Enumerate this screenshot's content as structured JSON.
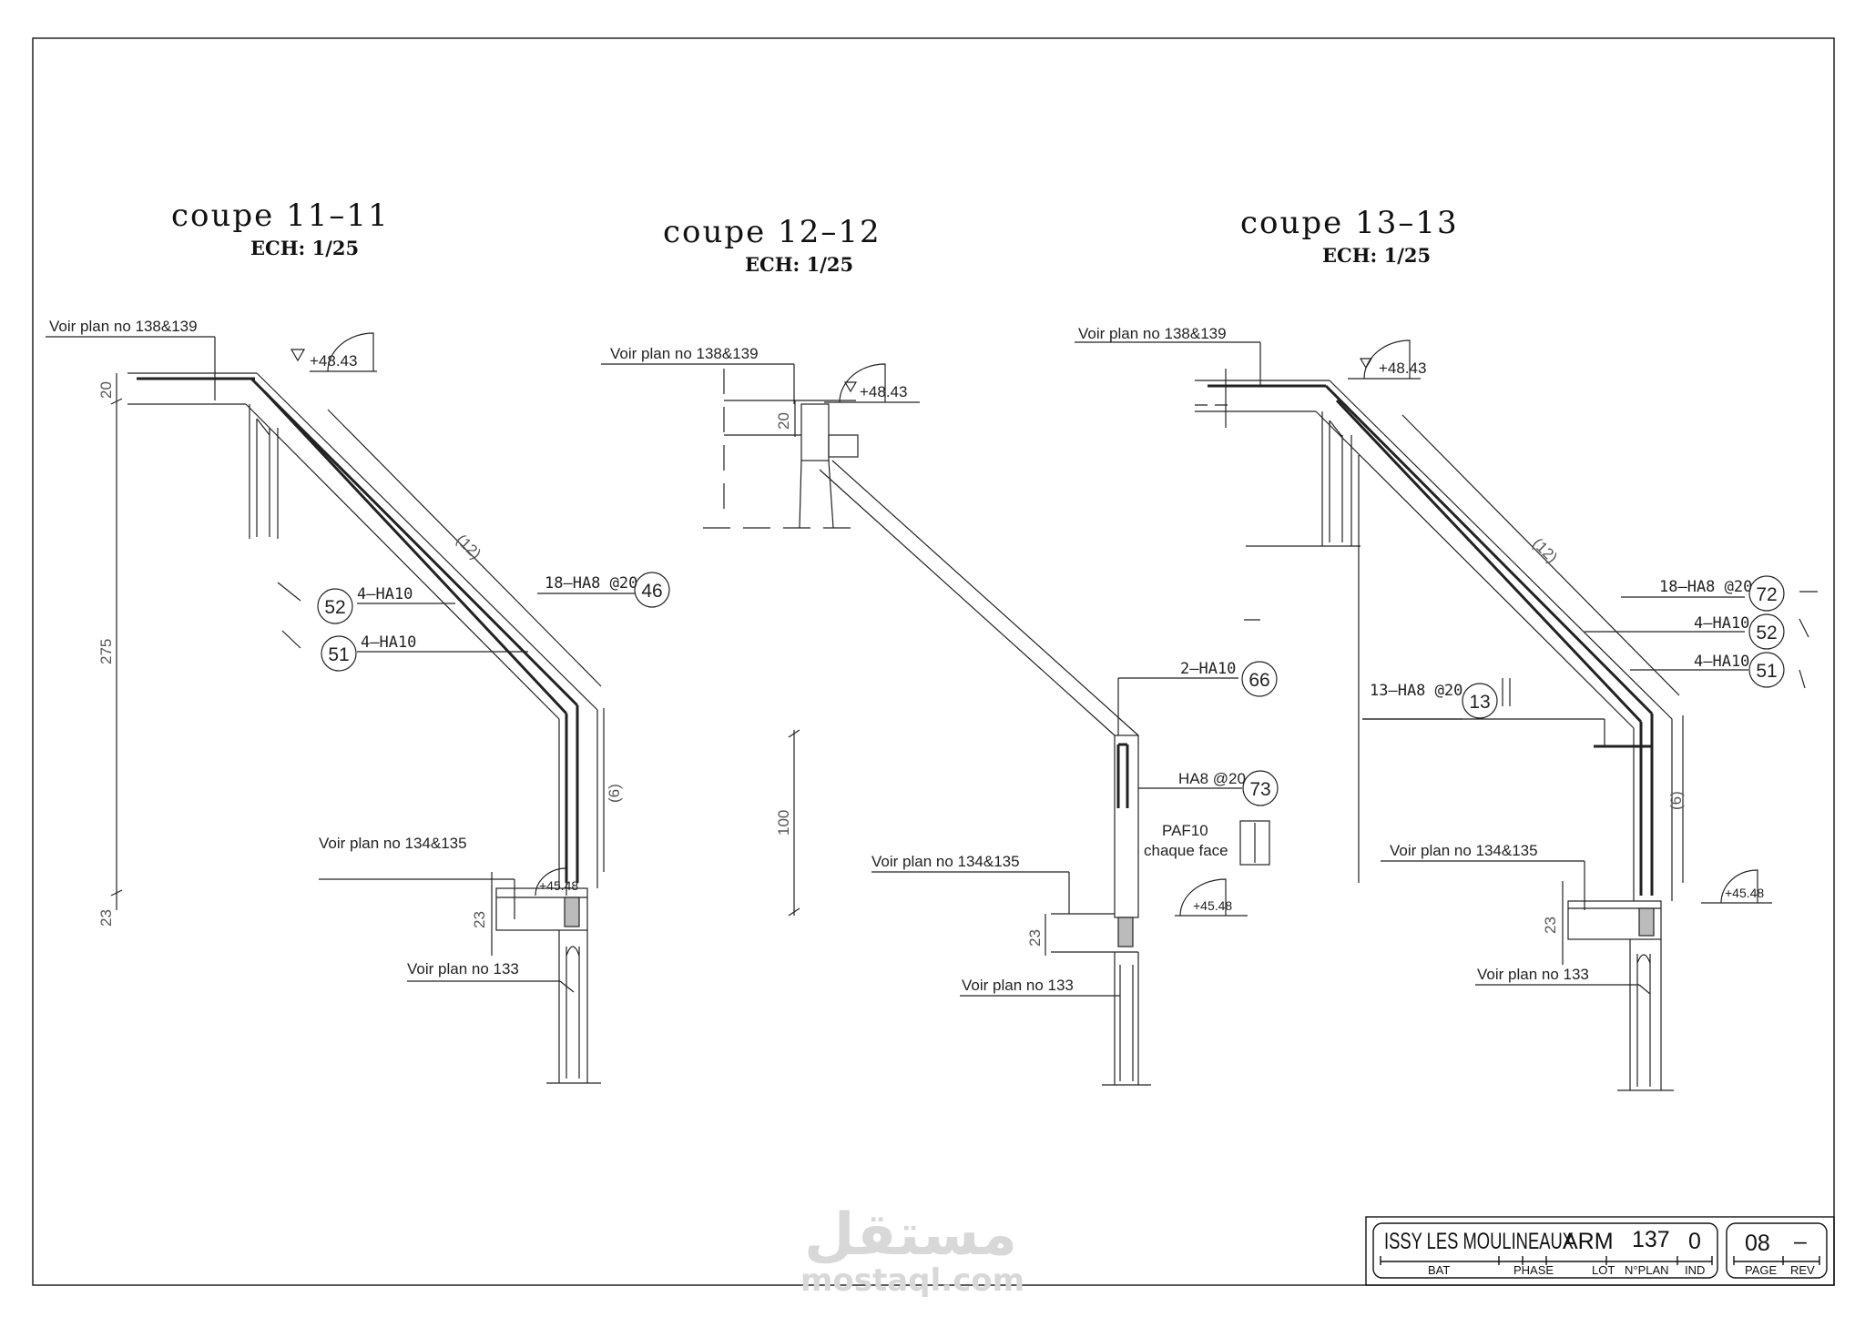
{
  "sections": [
    {
      "title": "coupe 11–11",
      "scale": "ECH: 1/25",
      "ref_top": "Voir plan no 138&139",
      "level_top": "+48.43",
      "ref_mid": "Voir plan no 134&135",
      "level_bottom": "+45.48",
      "ref_bottom": "Voir plan no 133",
      "dims": {
        "top": "20",
        "height": "275",
        "bottom": "23",
        "beam": "23",
        "diag": "(12)",
        "vert": "(6)"
      },
      "rebars": [
        {
          "mark": "46",
          "label": "18–HA8 @20"
        },
        {
          "mark": "52",
          "label": "4–HA10"
        },
        {
          "mark": "51",
          "label": "4–HA10"
        }
      ]
    },
    {
      "title": "coupe 12–12",
      "scale": "ECH: 1/25",
      "ref_top": "Voir plan no 138&139",
      "level_top": "+48.43",
      "ref_mid": "Voir plan no 134&135",
      "level_bottom": "+45.48",
      "ref_bottom": "Voir plan no 133",
      "dims": {
        "top": "20",
        "height": "100",
        "beam": "23"
      },
      "rebars": [
        {
          "mark": "66",
          "label": "2–HA10"
        },
        {
          "mark": "73",
          "label": "HA8 @20"
        }
      ],
      "paf_line1": "PAF10",
      "paf_line2": "chaque face"
    },
    {
      "title": "coupe 13–13",
      "scale": "ECH: 1/25",
      "ref_top": "Voir plan no 138&139",
      "level_top": "+48.43",
      "ref_mid": "Voir plan no 134&135",
      "level_bottom": "+45.48",
      "ref_bottom": "Voir plan no 133",
      "dims": {
        "beam": "23",
        "diag": "(12)",
        "vert": "(6)"
      },
      "rebars": [
        {
          "mark": "72",
          "label": "18–HA8 @20"
        },
        {
          "mark": "52",
          "label": "4–HA10"
        },
        {
          "mark": "51",
          "label": "4–HA10"
        },
        {
          "mark": "13",
          "label": "13–HA8 @20"
        }
      ]
    }
  ],
  "title_block": {
    "project": "ISSY LES MOULINEAUX",
    "phase": "ARM",
    "plan_no": "137",
    "ind": "0",
    "page": "08",
    "rev": "–",
    "labels": {
      "bat": "BAT",
      "phase": "PHASE",
      "lot": "LOT",
      "nplan": "N°PLAN",
      "ind": "IND",
      "page": "PAGE",
      "rev": "REV"
    }
  },
  "watermark": {
    "arabic": "مستقل",
    "latin": "mostaql.com"
  }
}
